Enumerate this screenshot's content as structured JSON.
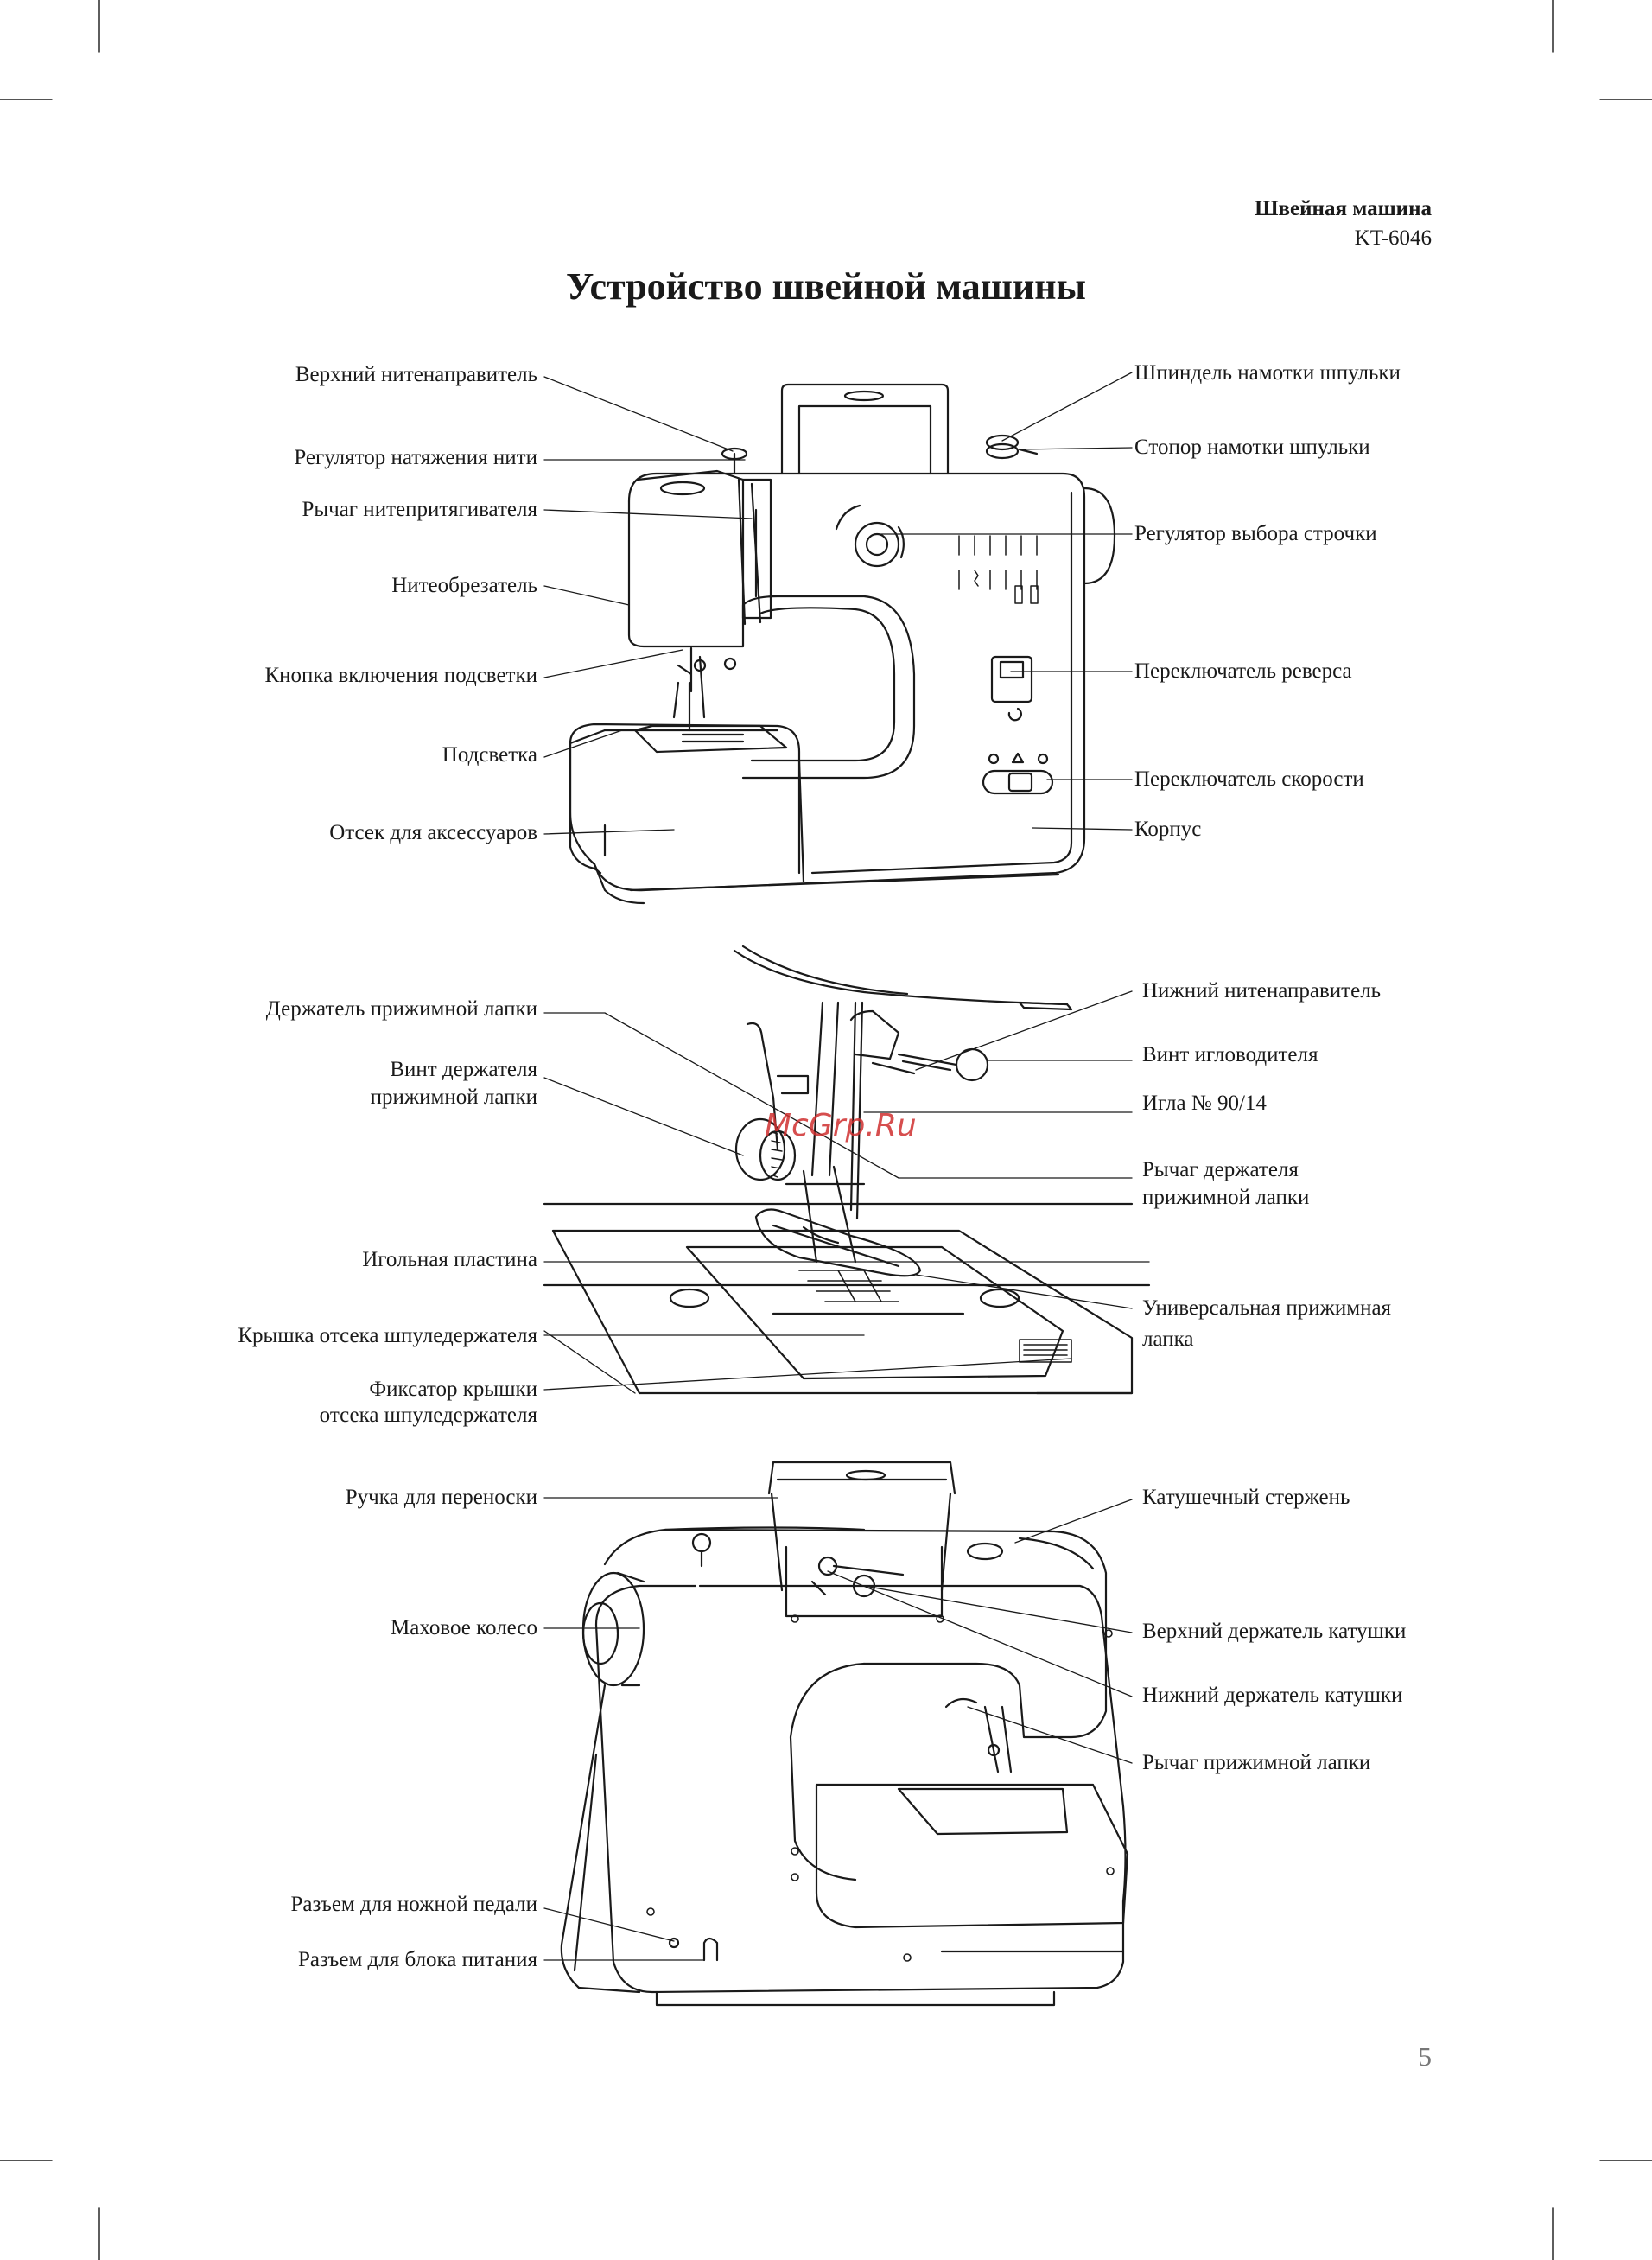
{
  "header": {
    "product": "Швейная машина",
    "model": "KT-6046"
  },
  "title": "Устройство швейной машины",
  "page_number": "5",
  "watermark": "McGrp.Ru",
  "section1": {
    "left": [
      "Верхний нитенаправитель",
      "Регулятор натяжения нити",
      "Рычаг нитепритягивателя",
      "Нитеобрезатель",
      "Кнопка включения подсветки",
      "Подсветка",
      "Отсек для аксессуаров"
    ],
    "right": [
      "Шпиндель намотки шпульки",
      "Стопор намотки шпульки",
      "Регулятор выбора строчки",
      "Переключатель реверса",
      "Переключатель скорости",
      "Корпус"
    ]
  },
  "section2": {
    "left": [
      "Держатель прижимной лапки",
      "Винт держателя",
      "прижимной лапки",
      "Игольная пластина",
      "Крышка отсека шпуледержателя",
      "Фиксатор крышки",
      "отсека шпуледержателя"
    ],
    "right": [
      "Нижний нитенаправитель",
      "Винт игловодителя",
      "Игла № 90/14",
      "Рычаг держателя",
      "прижимной лапки",
      "Универсальная прижимная",
      "лапка"
    ]
  },
  "section3": {
    "left": [
      "Ручка для переноски",
      "Маховое колесо",
      "Разъем для ножной педали",
      "Разъем для блока питания"
    ],
    "right": [
      "Катушечный стержень",
      "Верхний держатель катушки",
      "Нижний держатель катушки",
      "Рычаг прижимной лапки"
    ]
  }
}
